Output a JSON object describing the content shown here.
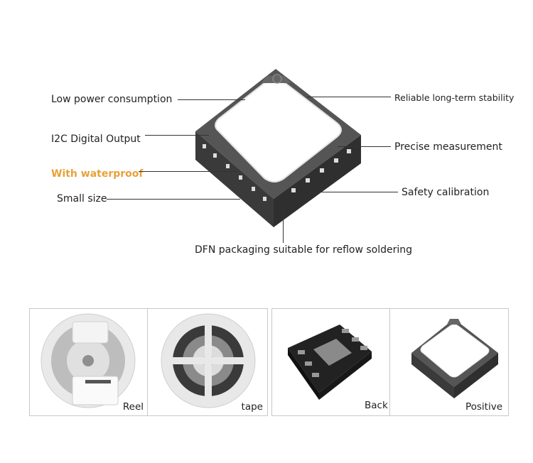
{
  "features": {
    "low_power": "Low power consumption",
    "i2c": "I2C Digital Output",
    "waterproof": "With waterproof",
    "small_size": "Small size",
    "long_term": "Reliable long-term stability",
    "precise": "Precise measurement",
    "safety": "Safety calibration",
    "dfn": "DFN packaging suitable for reflow soldering"
  },
  "gallery": {
    "reel": "Reel",
    "tape": "tape",
    "back": "Back",
    "positive": "Positive"
  },
  "colors": {
    "highlight": "#e8a13a",
    "chip_body": "#4a4a4a",
    "chip_top": "#ffffff"
  }
}
